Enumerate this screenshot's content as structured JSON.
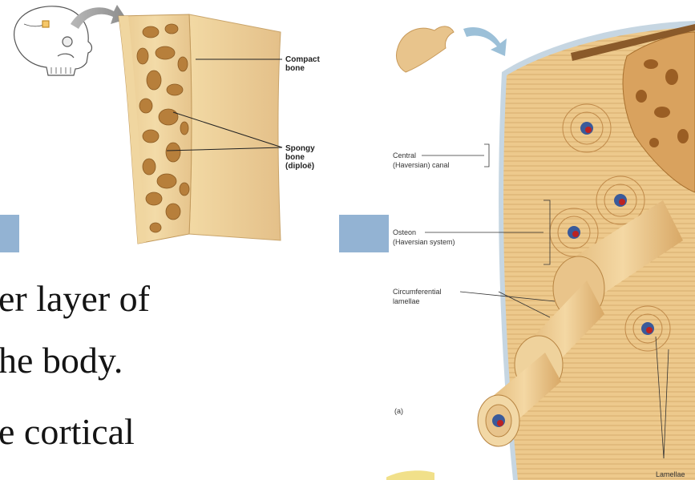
{
  "slide": {
    "text_lines": [
      "er layer of",
      "he body.",
      "e cortical"
    ],
    "accent_color": "#93b3d3"
  },
  "left_figure": {
    "labels": {
      "compact": [
        "Compact",
        "bone"
      ],
      "spongy": [
        "Spongy",
        "bone",
        "(diploë)"
      ]
    }
  },
  "right_figure": {
    "labels": {
      "central": [
        "Central",
        "(Haversian) canal"
      ],
      "osteon": [
        "Osteon",
        "(Haversian system)"
      ],
      "circumferential": [
        "Circumferential",
        "lamellae"
      ],
      "panel": "(a)",
      "lamellae": "Lamellae"
    }
  }
}
